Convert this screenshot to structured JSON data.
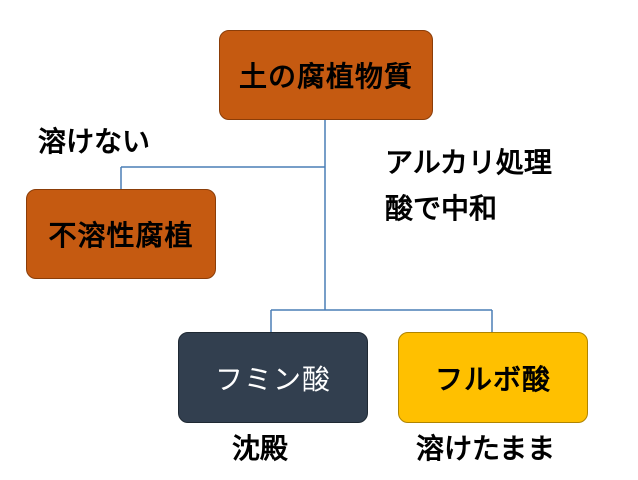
{
  "colors": {
    "brown": "#c55a11",
    "brown_border": "#8b3d08",
    "navy": "#323f4f",
    "navy_border": "#1f2933",
    "gold": "#ffc000",
    "gold_border": "#b08400",
    "line": "#4a7eb5",
    "text_dark": "#000000",
    "text_light": "#ffffff"
  },
  "nodes": {
    "root": "土の腐植物質",
    "insoluble": "不溶性腐植",
    "humin": "フミン酸",
    "fulvic": "フルボ酸"
  },
  "labels": {
    "insoluble_note": "溶けない",
    "alkali": "アルカリ処理",
    "acid": "酸で中和",
    "precipitate": "沈殿",
    "remain_dissolved": "溶けたまま"
  }
}
